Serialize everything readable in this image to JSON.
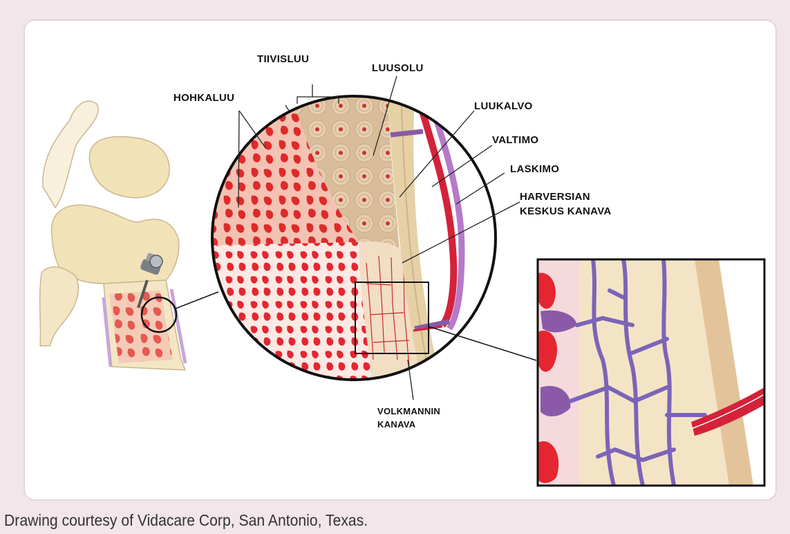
{
  "labels": {
    "tiivisluu": "TIIVISLUU",
    "luusolu": "LUUSOLU",
    "hohkaluu": "HOHKALUU",
    "luukalvo": "LUUKALVO",
    "valtimo": "VALTIMO",
    "laskimo": "LASKIMO",
    "harversian_line1": "HARVERSIAN",
    "harversian_line2": "KESKUS KANAVA",
    "volkmannin_line1": "VOLKMANNIN",
    "volkmannin_line2": "KANAVA"
  },
  "caption": "Drawing courtesy of Vidacare Corp, San Antonio, Texas.",
  "colors": {
    "background": "#f3e6ea",
    "bone_red": "#e0202a",
    "bone_pink": "#f3b4a4",
    "compact_bone": "#dcc29a",
    "vessel_purple": "#8a5aa8",
    "artery_red": "#d4223a"
  }
}
